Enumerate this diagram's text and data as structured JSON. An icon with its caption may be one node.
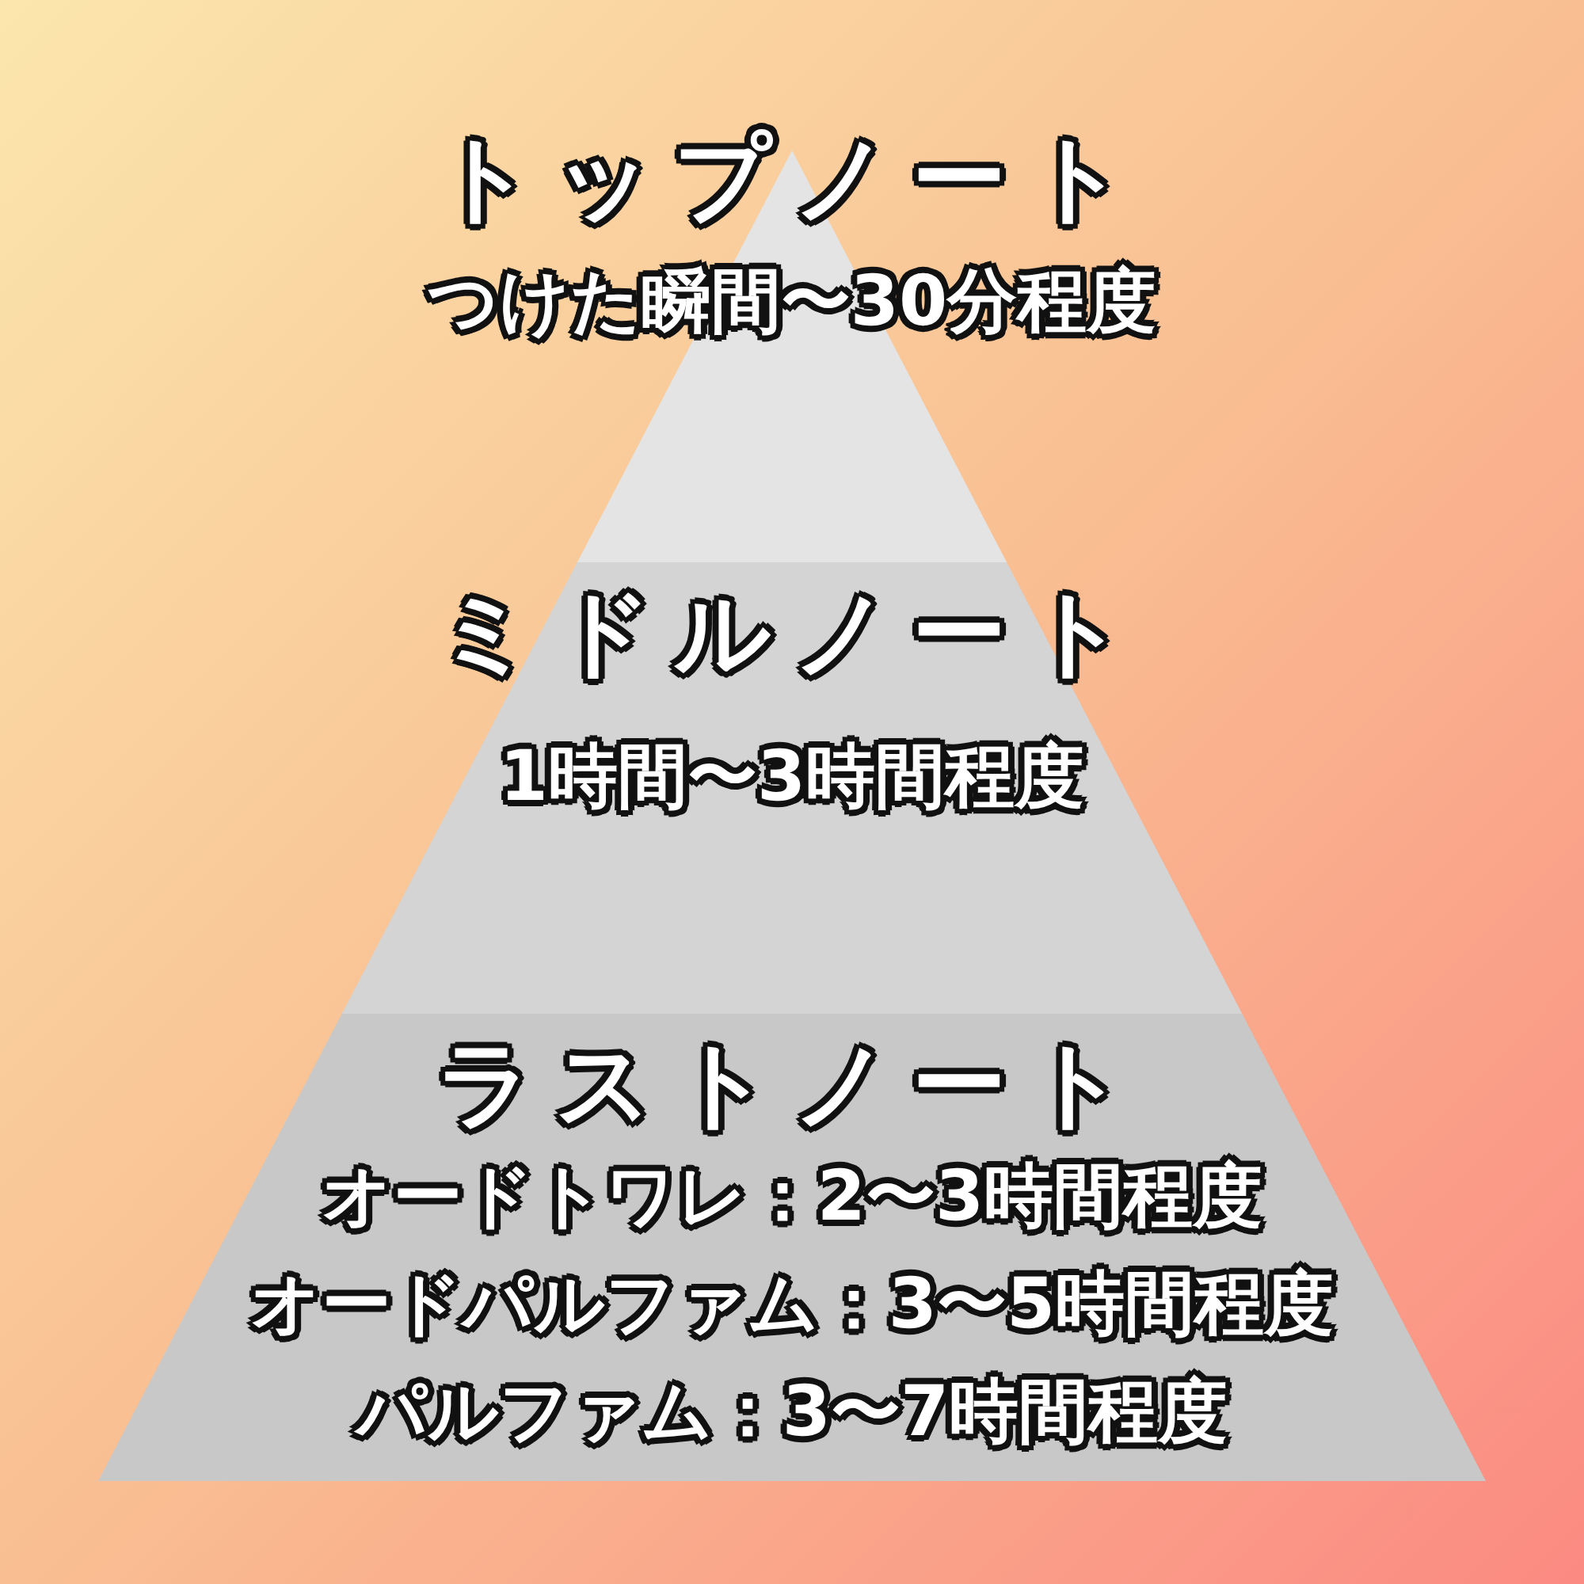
{
  "diagram": {
    "nodes": [
      {
        "text": [
          "トップノート",
          "つけた瞬間〜30分程度"
        ]
      },
      {
        "text": [
          "ミドルノート",
          "1時間〜3時間程度"
        ]
      },
      {
        "text": [
          "ラストノート",
          "オードトワレ：2〜3時間程度",
          "オードパルファム：3〜5時間程度",
          "パルファム：3〜7時間程度"
        ]
      }
    ]
  }
}
